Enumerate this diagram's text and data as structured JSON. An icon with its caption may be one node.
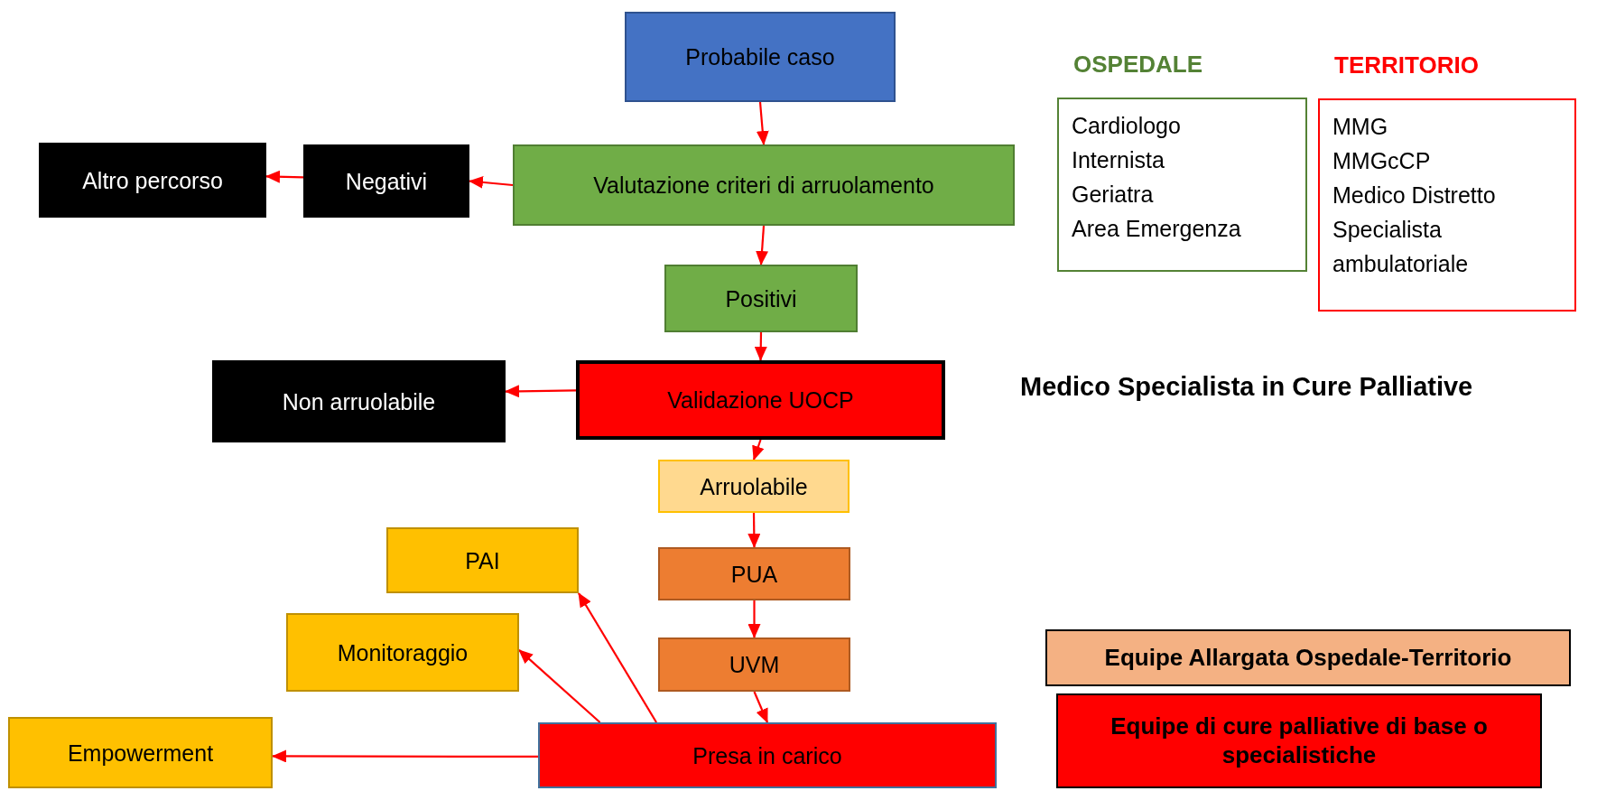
{
  "diagram": {
    "nodes": [
      {
        "text": [
          "Probabile caso"
        ]
      },
      {
        "text": [
          "Valutazione criteri di arruolamento"
        ]
      },
      {
        "text": [
          "Negativi"
        ]
      },
      {
        "text": [
          "Altro percorso"
        ]
      },
      {
        "text": [
          "Positivi"
        ]
      },
      {
        "text": [
          "Validazione UOCP"
        ]
      },
      {
        "text": [
          "Non arruolabile"
        ]
      },
      {
        "text": [
          "Arruolabile"
        ]
      },
      {
        "text": [
          "PUA"
        ]
      },
      {
        "text": [
          "UVM"
        ]
      },
      {
        "text": [
          "Presa in carico"
        ]
      },
      {
        "text": [
          "PAI"
        ]
      },
      {
        "text": [
          "Monitoraggio"
        ]
      },
      {
        "text": [
          "Empowerment"
        ]
      },
      {
        "text": [
          "OSPEDALE",
          "Cardiologo",
          "Internista",
          "Geriatra",
          "Area Emergenza"
        ]
      },
      {
        "text": [
          "TERRITORIO",
          "MMG",
          "MMGcCP",
          "Medico Distretto",
          "Specialista ambulatoriale"
        ]
      },
      {
        "text": [
          "Equipe Allargata Ospedale-Territorio"
        ]
      },
      {
        "text": [
          "Equipe di cure palliative di base o specialistiche"
        ]
      }
    ],
    "edges": [
      {
        "from": 0,
        "to": 1,
        "arrow": "to"
      },
      {
        "from": 1,
        "to": 2,
        "arrow": "to"
      },
      {
        "from": 2,
        "to": 3,
        "arrow": "to"
      },
      {
        "from": 1,
        "to": 4,
        "arrow": "to"
      },
      {
        "from": 4,
        "to": 5,
        "arrow": "to"
      },
      {
        "from": 5,
        "to": 6,
        "arrow": "to"
      },
      {
        "from": 5,
        "to": 7,
        "arrow": "to"
      },
      {
        "from": 7,
        "to": 8,
        "arrow": "to"
      },
      {
        "from": 8,
        "to": 9,
        "arrow": "to"
      },
      {
        "from": 9,
        "to": 10,
        "arrow": "to"
      },
      {
        "from": 10,
        "to": 13,
        "arrow": "to"
      },
      {
        "from": 10,
        "to": 12,
        "arrow": "to"
      },
      {
        "from": 10,
        "to": 11,
        "arrow": "to"
      }
    ],
    "labels": [
      "Medico Specialista in Cure Palliative"
    ]
  }
}
